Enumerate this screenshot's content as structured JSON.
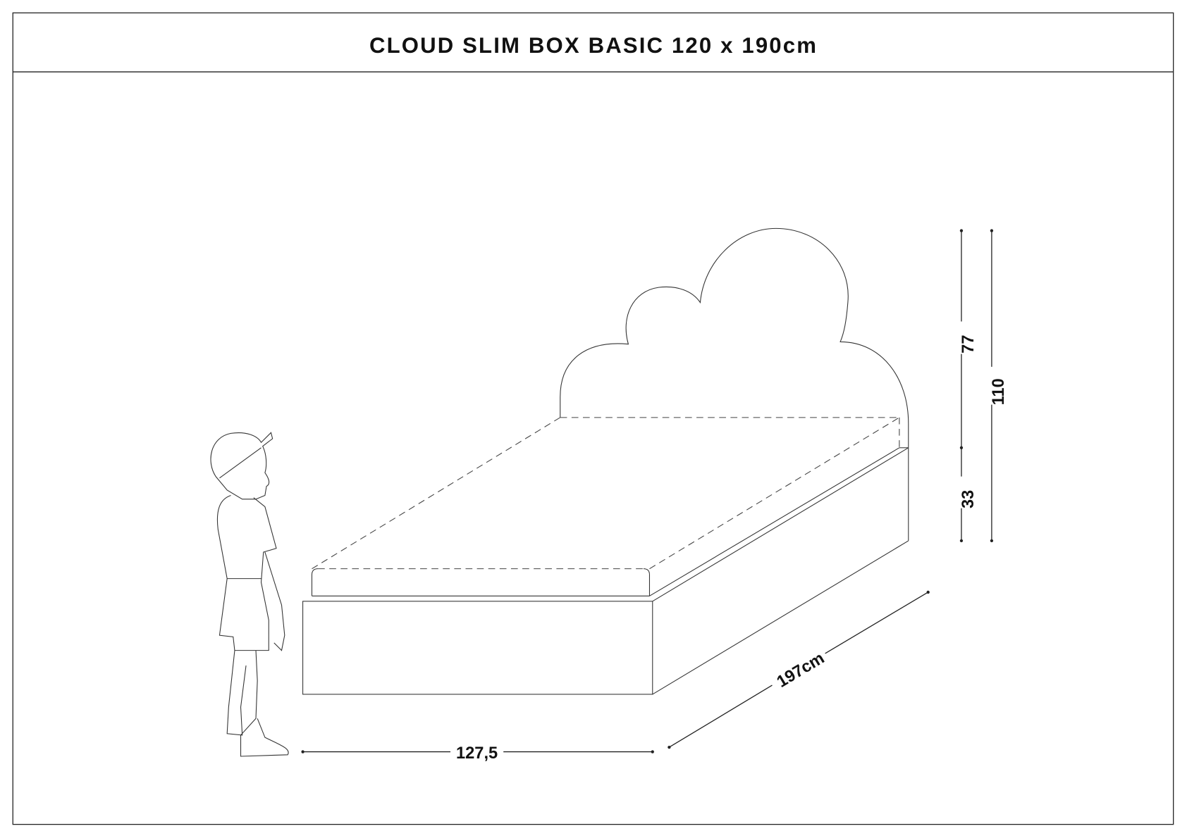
{
  "title": "CLOUD SLIM BOX BASIC 120 x 190cm",
  "dimensions": {
    "width": "127,5",
    "length": "197cm",
    "headboard_above": "77",
    "base_height": "33",
    "total_height": "110"
  }
}
